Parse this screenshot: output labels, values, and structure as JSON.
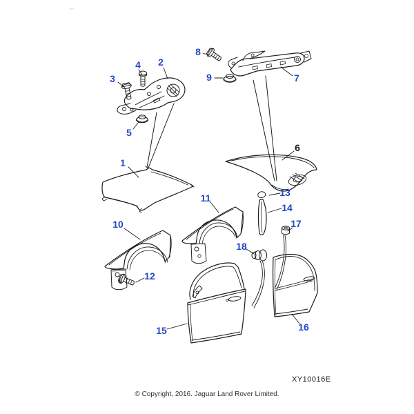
{
  "callouts": [
    {
      "label": "1"
    },
    {
      "label": "2"
    },
    {
      "label": "3"
    },
    {
      "label": "4"
    },
    {
      "label": "5"
    },
    {
      "label": "6"
    },
    {
      "label": "7"
    },
    {
      "label": "8"
    },
    {
      "label": "9"
    },
    {
      "label": "10"
    },
    {
      "label": "11"
    },
    {
      "label": "12"
    },
    {
      "label": "13"
    },
    {
      "label": "14"
    },
    {
      "label": "15"
    },
    {
      "label": "16"
    },
    {
      "label": "17"
    },
    {
      "label": "18"
    }
  ],
  "footer": {
    "diagram_code": "XY10016E",
    "copyright": "© Copyright, 2016. Jaguar Land Rover Limited."
  },
  "colors": {
    "callout_blue": "#2447c9",
    "callout_black": "#1a1a1a",
    "line_art": "#1c1c1c",
    "background": "#ffffff"
  }
}
